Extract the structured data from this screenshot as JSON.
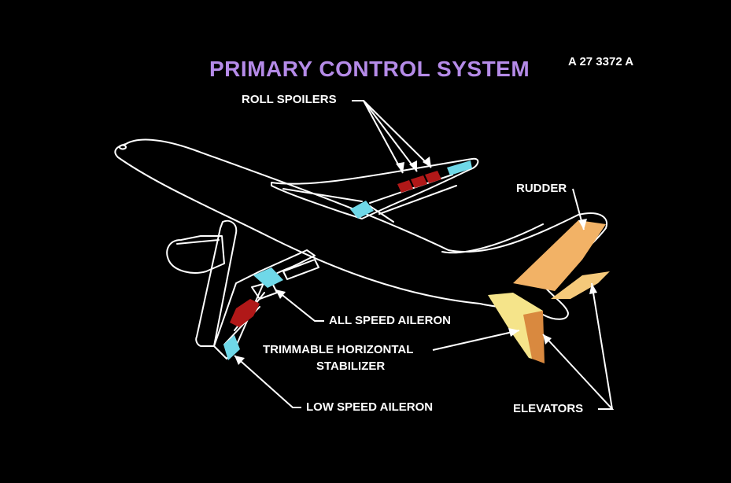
{
  "title": "PRIMARY CONTROL SYSTEM",
  "figure_code": "A 27 3372 A",
  "labels": {
    "roll_spoilers": "ROLL SPOILERS",
    "rudder": "RUDDER",
    "all_speed_aileron": "ALL SPEED AILERON",
    "stabilizer_line1": "TRIMMABLE HORIZONTAL",
    "stabilizer_line2": "STABILIZER",
    "low_speed_aileron": "LOW SPEED AILERON",
    "elevators": "ELEVATORS"
  },
  "colors": {
    "background": "#000000",
    "title": "#b58be8",
    "outline": "#ffffff",
    "spoiler": "#b01818",
    "aileron": "#6fd8e8",
    "rudder": "#f2b266",
    "elevator": "#d9893f",
    "stabilizer": "#f5e48a"
  }
}
